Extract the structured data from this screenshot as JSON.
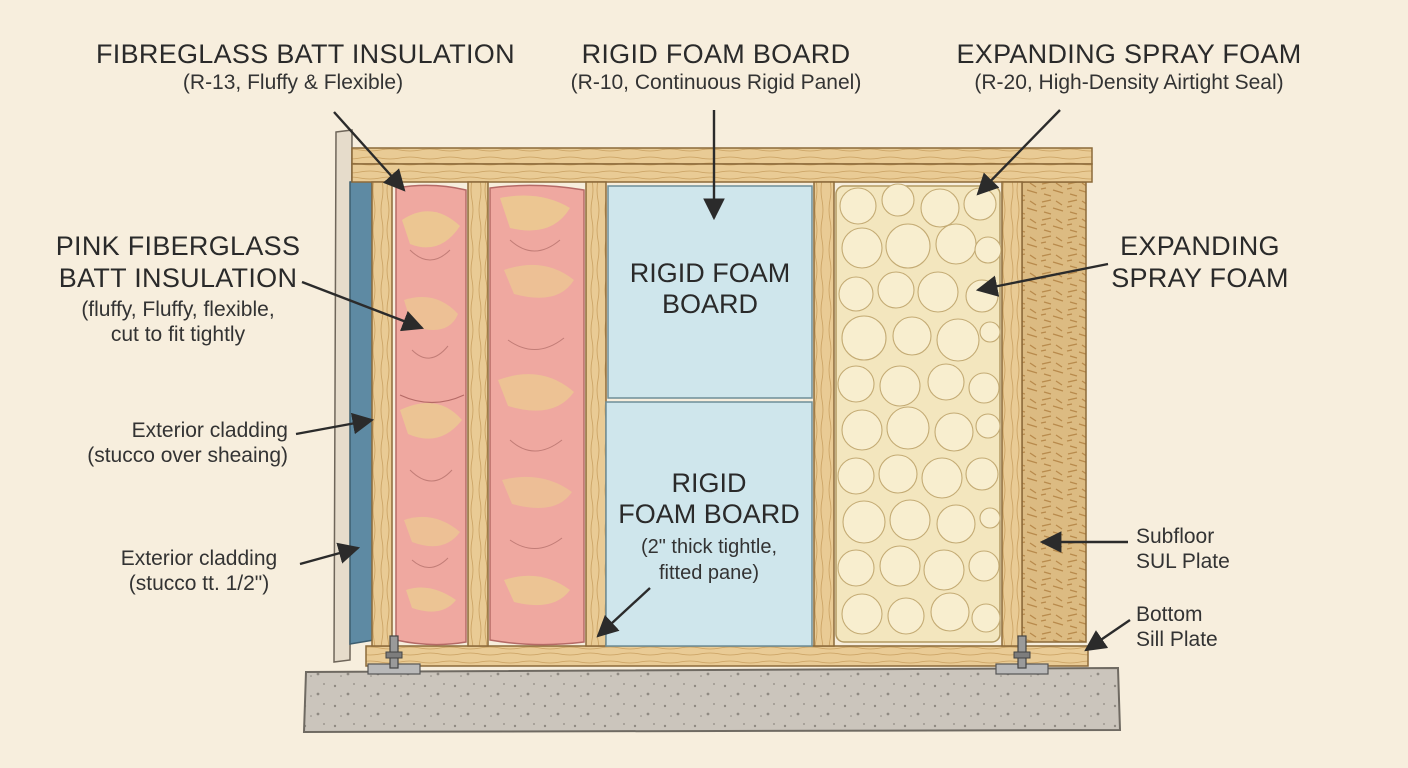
{
  "colors": {
    "background": "#f7eedd",
    "wood": "#e7c992",
    "wood_dark": "#b88a4c",
    "pink_batt": "#efa8a0",
    "batt_yellow": "#ebd08e",
    "rigid_foam": "#cfe6ec",
    "spray_foam": "#f3e6be",
    "cladding": "#5e8aa3",
    "concrete": "#c9c3ba",
    "osb": "#dcbb82"
  },
  "labels": {
    "fibreglass_batt": {
      "title": "FIBREGLASS BATT INSULATION",
      "sub": "(R-13, Fluffy & Flexible)"
    },
    "rigid_foam_top": {
      "title": "RIGID FOAM BOARD",
      "sub": "(R-10, Continuous Rigid Panel)"
    },
    "spray_foam_top": {
      "title": "EXPANDING SPRAY FOAM",
      "sub": "(R-20, High-Density Airtight Seal)"
    },
    "pink_batt": {
      "line1": "PINK FIBERGLASS",
      "line2": "BATT INSULATION",
      "line3": "(fluffy, Fluffy, flexible,",
      "line4": "cut to fit tightly"
    },
    "cladding_1": {
      "line1": "Exterior cladding",
      "line2": "(stucco over sheaing)"
    },
    "cladding_2": {
      "line1": "Exterior cladding",
      "line2": "(stucco tt. 1/2\")"
    },
    "spray_foam_side": {
      "line1": "EXPANDING",
      "line2": "SPRAY FOAM"
    },
    "subfloor": {
      "line1": "Subfloor",
      "line2": "SUL Plate"
    },
    "bottom_sill": {
      "line1": "Bottom",
      "line2": "Sill Plate"
    }
  },
  "panels": {
    "rigid_upper": {
      "line1": "RIGID FOAM",
      "line2": "BOARD"
    },
    "rigid_lower": {
      "line1": "RIGID",
      "line2": "FOAM BOARD",
      "line3": "(2\" thick tightle,",
      "line4": "fitted pane)"
    }
  }
}
